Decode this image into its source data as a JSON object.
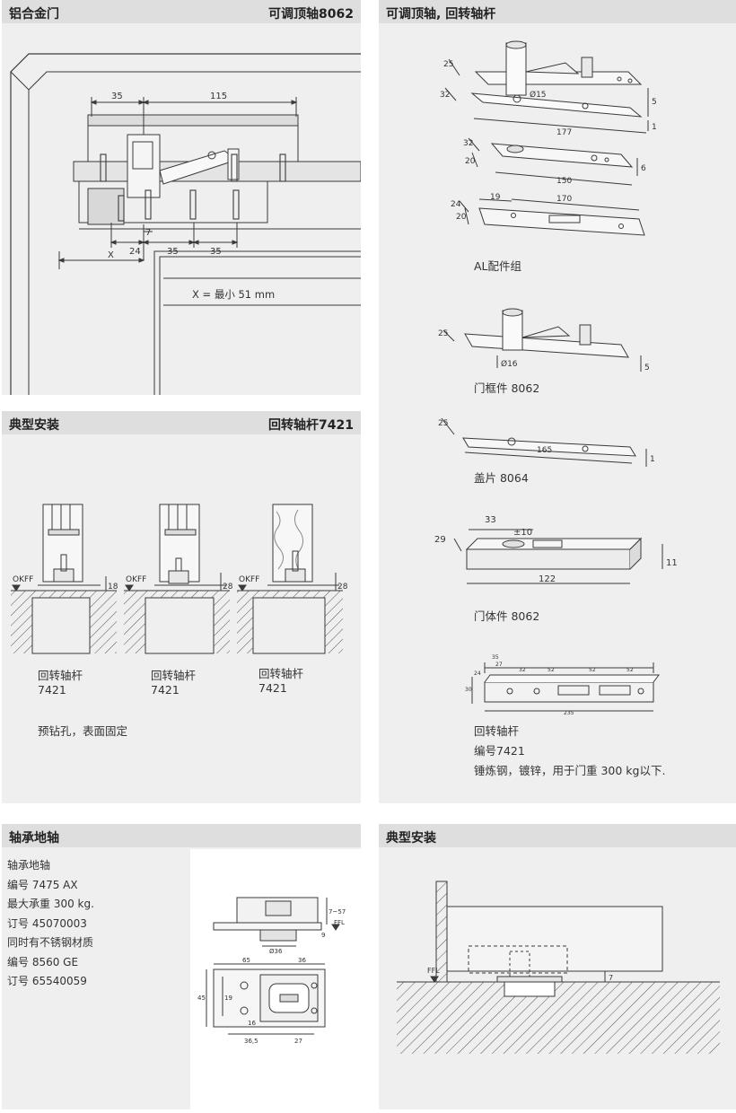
{
  "panels": {
    "aluminum_door": {
      "title": "铝合金门",
      "subtitle": "可调顶轴8062",
      "dims": {
        "d35": "35",
        "d115": "115",
        "d7": "7",
        "d24": "24",
        "d35b": "35",
        "d35c": "35",
        "x": "X"
      },
      "note": "X = 最小  51 mm"
    },
    "top_pivot": {
      "title": "可调顶轴, 回转轴杆",
      "dims_set": {
        "d25": "25",
        "d32": "32",
        "phi15": "Ø15",
        "d5": "5",
        "d177": "177",
        "d1": "1",
        "d32b": "32",
        "d20": "20",
        "d150": "150",
        "d6": "6",
        "d24": "24",
        "d19": "19",
        "d170": "170",
        "d20b": "20"
      },
      "caption_set": "AL配件组",
      "dims_frame": {
        "d25": "25",
        "phi16": "Ø16",
        "d5": "5"
      },
      "caption_frame": "门框件 8062",
      "dims_cover": {
        "d25": "25",
        "d165": "165",
        "d1": "1"
      },
      "caption_cover": "盖片 8064",
      "dims_door": {
        "d33": "33",
        "pm10": "±10",
        "d29": "29",
        "d122": "122",
        "d11": "11"
      },
      "caption_door": "门体件 8062",
      "dims_arm": {
        "d35": "35",
        "d27": "27",
        "d32": "32",
        "d52a": "52",
        "d52b": "52",
        "d52c": "52",
        "d24": "24",
        "d30": "30",
        "d235": "235"
      },
      "caption_arm_1": "回转轴杆",
      "caption_arm_2": "编号7421",
      "caption_arm_3": "锤炼钢，镀锌，用于门重 300 kg以下."
    },
    "typical_install": {
      "title": "典型安装",
      "subtitle": "回转轴杆7421",
      "okff": "OKFF",
      "dims": {
        "d18": "18",
        "d28a": "28",
        "d28b": "28"
      },
      "labels": [
        {
          "name": "回转轴杆",
          "code": "7421"
        },
        {
          "name": "回转轴杆",
          "code": "7421"
        },
        {
          "name": "回转轴杆",
          "code": "7421"
        }
      ],
      "note": "预钻孔，表面固定"
    },
    "floor_spring": {
      "title": "轴承地轴",
      "lines": [
        "轴承地轴",
        "编号  7475 AX",
        "最大承重  300 kg.",
        "订号 45070003",
        "同时有不锈钢材质",
        "编号  8560 GE",
        "订号 65540059"
      ],
      "dims": {
        "d757": "7~57",
        "ffl": "FFL",
        "d9": "9",
        "phi36": "Ø36",
        "d65": "65",
        "d36": "36",
        "d45": "45",
        "d19": "19",
        "d16": "16",
        "d365": "36,5",
        "d27": "27"
      }
    },
    "typical_install_2": {
      "title": "典型安装",
      "ffl": "FFL",
      "d7": "7"
    }
  },
  "colors": {
    "panel_bg": "#efefef",
    "header_bg": "#dedede",
    "line": "#3a3a3a",
    "hatch": "#555555"
  }
}
